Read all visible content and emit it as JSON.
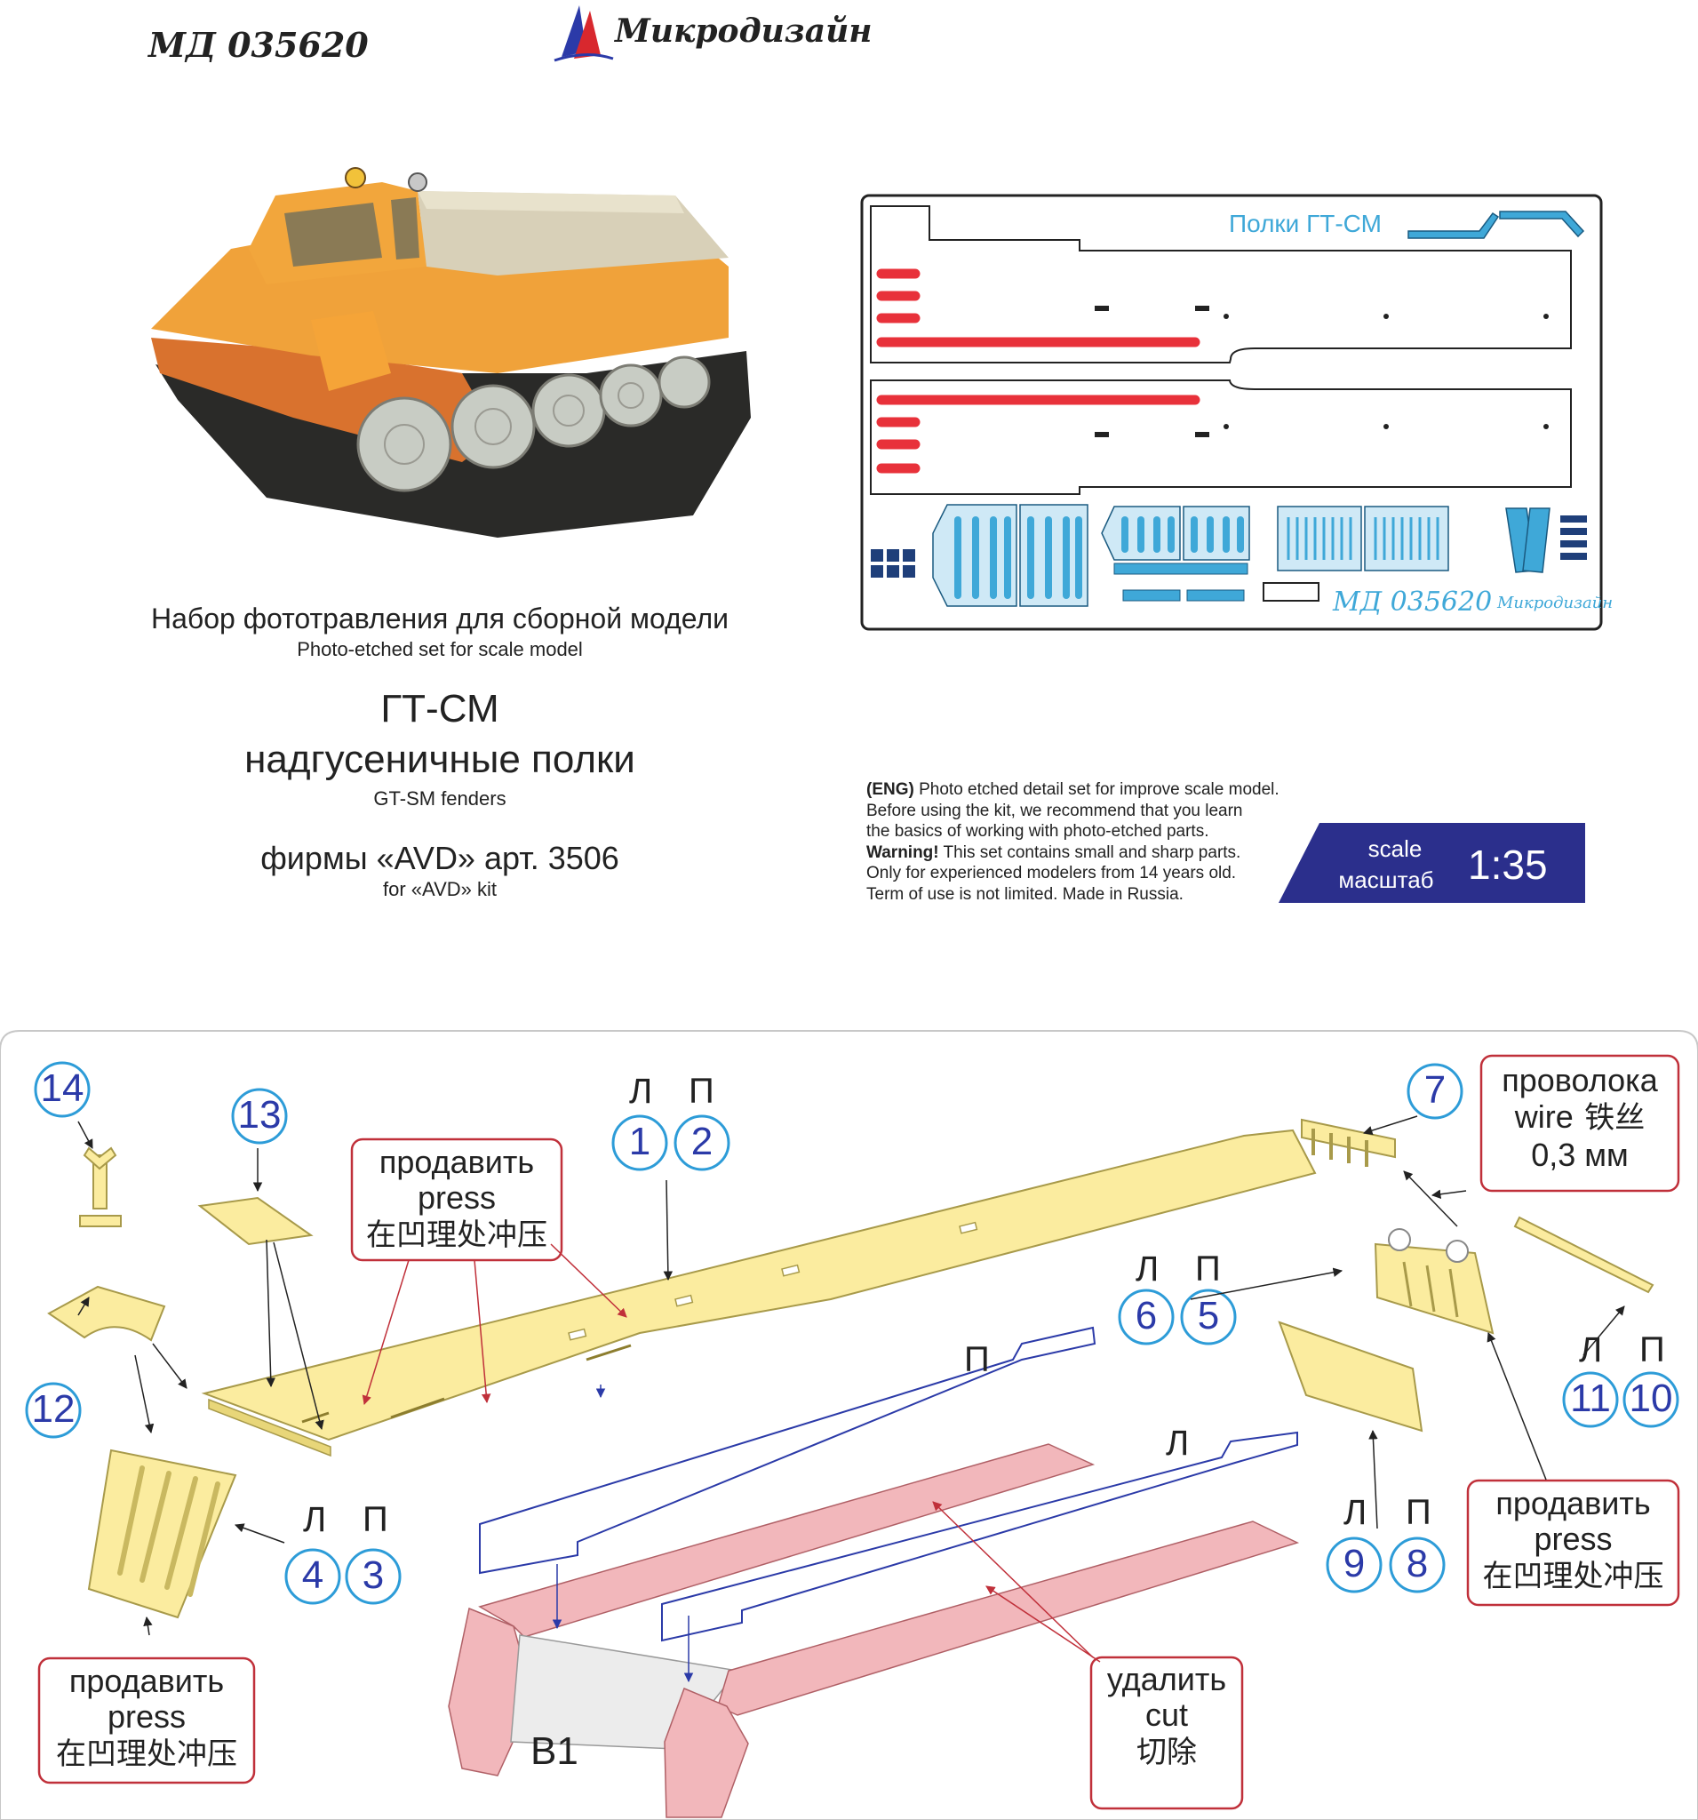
{
  "header": {
    "product_code": "МД 035620",
    "brand_name": "Микродизайн"
  },
  "titles": {
    "set_ru": "Набор фототравления для сборной модели",
    "set_en": "Photo-etched set for scale model",
    "name_ru_line1": "ГТ-СМ",
    "name_ru_line2": "надгусеничные полки",
    "name_en": "GT-SM fenders",
    "kit_ru": "фирмы «AVD» арт. 3506",
    "kit_en": "for «AVD» kit"
  },
  "fret": {
    "title": "Полки ГТ-СМ",
    "code": "МД 035620",
    "brand": "Микродизайн"
  },
  "notes": {
    "tag": "(ENG)",
    "line1": " Photo etched detail set for improve scale model.",
    "line2": "Before using the kit, we recommend that you learn",
    "line3": "the basics of working with photo-etched parts.",
    "warning_label": "Warning!",
    "line4": " This set contains small and sharp parts.",
    "line5": "Only for experienced modelers from 14 years old.",
    "line6": "Term of use is not limited. Made in Russia."
  },
  "scale": {
    "label_en": "scale",
    "label_ru": "масштаб",
    "value": "1:35"
  },
  "instructions": {
    "part_numbers": [
      "14",
      "13",
      "12",
      "1",
      "2",
      "7",
      "6",
      "5",
      "11",
      "10",
      "4",
      "3",
      "9",
      "8"
    ],
    "sides": {
      "left": "Л",
      "right": "П"
    },
    "press_box": {
      "ru": "продавить",
      "en": "press",
      "cn": "在凹理处冲压"
    },
    "wire_box": {
      "ru": "проволока",
      "en": "wire",
      "cn": "铁丝",
      "size": "0,3 мм"
    },
    "cut_box": {
      "ru": "удалить",
      "en": "cut",
      "cn": "切除"
    },
    "step_label": "B1"
  },
  "colors": {
    "part_fill": "#fbec9f",
    "part_stroke": "#a89a4a",
    "kit_part_fill": "#f2b7bb",
    "callout_border": "#c0303a",
    "number_circle": "#2d9cd8",
    "number_text": "#2b3aa8",
    "scale_badge": "#2b2f8c",
    "fret_blue": "#3fa8d8",
    "fret_red": "#e8313a"
  }
}
